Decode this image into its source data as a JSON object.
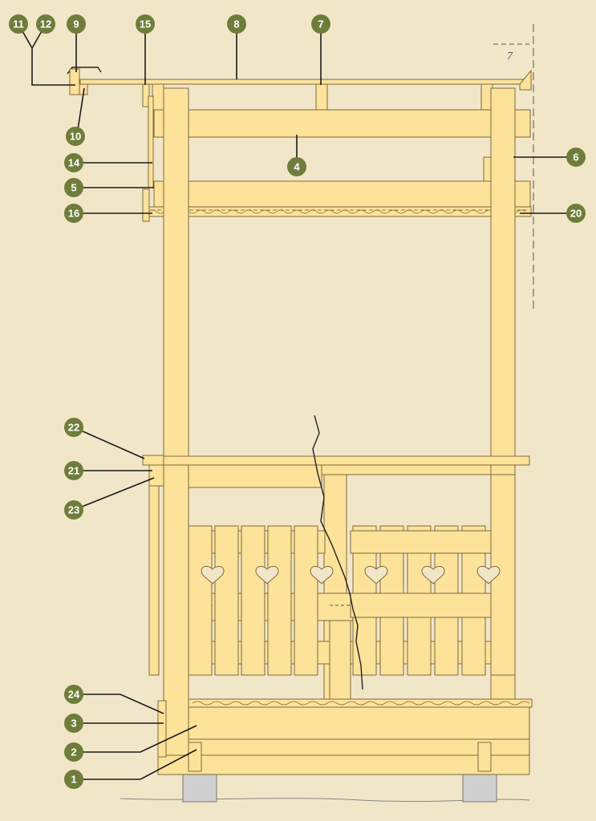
{
  "colors": {
    "background": "#f2e6c9",
    "wood": "#fde29a",
    "wood_outline": "#7a6a3a",
    "callout_fill": "#6e7d3a",
    "callout_text": "#ffffff",
    "leader": "#1b1b1b",
    "footing": "#cfcfcf"
  },
  "callouts": [
    {
      "id": "c11",
      "label": "11"
    },
    {
      "id": "c12",
      "label": "12"
    },
    {
      "id": "c9",
      "label": "9"
    },
    {
      "id": "c15",
      "label": "15"
    },
    {
      "id": "c8",
      "label": "8"
    },
    {
      "id": "c7",
      "label": "7"
    },
    {
      "id": "c10",
      "label": "10"
    },
    {
      "id": "c4",
      "label": "4"
    },
    {
      "id": "c6",
      "label": "6"
    },
    {
      "id": "c14",
      "label": "14"
    },
    {
      "id": "c5",
      "label": "5"
    },
    {
      "id": "c16",
      "label": "16"
    },
    {
      "id": "c20",
      "label": "20"
    },
    {
      "id": "c22",
      "label": "22"
    },
    {
      "id": "c21",
      "label": "21"
    },
    {
      "id": "c23",
      "label": "23"
    },
    {
      "id": "c24",
      "label": "24"
    },
    {
      "id": "c3",
      "label": "3"
    },
    {
      "id": "c2",
      "label": "2"
    },
    {
      "id": "c1",
      "label": "1"
    }
  ],
  "cut_mark_label": "7"
}
